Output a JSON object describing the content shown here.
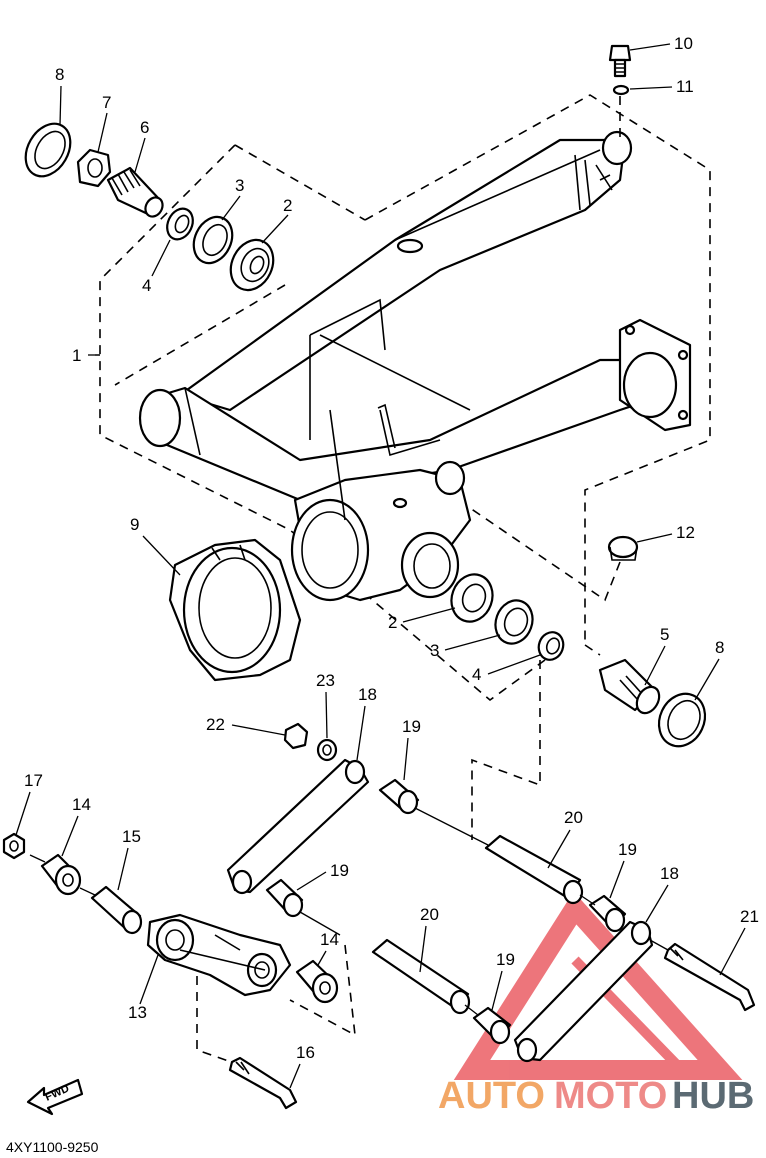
{
  "diagram_code": "4XY1100-9250",
  "fwd_label": "FWD",
  "watermark": {
    "auto": "AUTO",
    "moto": "MOTO",
    "hub": "HUB",
    "color_auto": "#F2A766",
    "color_moto": "#EE8A88",
    "color_hub": "#5B6A73",
    "triangle_color": "#E8484F"
  },
  "callouts": [
    "1",
    "2",
    "3",
    "4",
    "5",
    "6",
    "7",
    "8",
    "9",
    "10",
    "11",
    "12",
    "13",
    "14",
    "15",
    "16",
    "17",
    "18",
    "19",
    "20",
    "21",
    "22",
    "23"
  ]
}
